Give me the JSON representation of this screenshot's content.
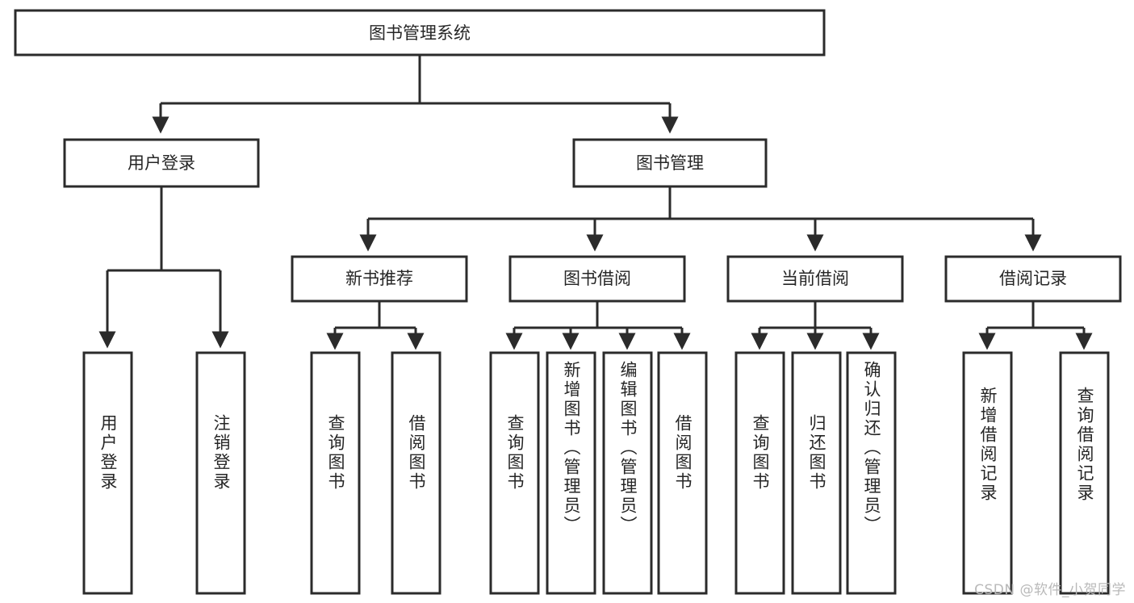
{
  "diagram": {
    "type": "tree-hierarchy",
    "title_node": {
      "label": "图书管理系统"
    },
    "level2": [
      {
        "id": "user-login",
        "label": "用户登录"
      },
      {
        "id": "book-management",
        "label": "图书管理"
      }
    ],
    "level3": [
      {
        "id": "new-book-recommend",
        "label": "新书推荐",
        "parent": "book-management"
      },
      {
        "id": "book-borrow",
        "label": "图书借阅",
        "parent": "book-management"
      },
      {
        "id": "current-borrow",
        "label": "当前借阅",
        "parent": "book-management"
      },
      {
        "id": "borrow-record",
        "label": "借阅记录",
        "parent": "book-management"
      }
    ],
    "leaves": {
      "user_login": [
        {
          "id": "leaf-user-login",
          "label": "用户登录"
        },
        {
          "id": "leaf-logout",
          "label": "注销登录"
        }
      ],
      "new_book_recommend": [
        {
          "id": "leaf-query-book-1",
          "label": "查询图书"
        },
        {
          "id": "leaf-borrow-book-1",
          "label": "借阅图书"
        }
      ],
      "book_borrow": [
        {
          "id": "leaf-query-book-2",
          "label": "查询图书"
        },
        {
          "id": "leaf-add-book",
          "label": "新增图书（管理员）"
        },
        {
          "id": "leaf-edit-book",
          "label": "编辑图书（管理员）"
        },
        {
          "id": "leaf-borrow-book-2",
          "label": "借阅图书"
        }
      ],
      "current_borrow": [
        {
          "id": "leaf-query-book-3",
          "label": "查询图书"
        },
        {
          "id": "leaf-return-book",
          "label": "归还图书"
        },
        {
          "id": "leaf-confirm-return",
          "label": "确认归还（管理员）"
        }
      ],
      "borrow_record": [
        {
          "id": "leaf-add-record",
          "label": "新增借阅记录"
        },
        {
          "id": "leaf-query-record",
          "label": "查询借阅记录"
        }
      ]
    },
    "colors": {
      "stroke": "#2b2b2b",
      "fill": "#ffffff",
      "text": "#262626",
      "watermark": "#b9b9b9",
      "background": "#ffffff"
    }
  },
  "watermark": {
    "text": "CSDN @软件_小贺同学"
  }
}
